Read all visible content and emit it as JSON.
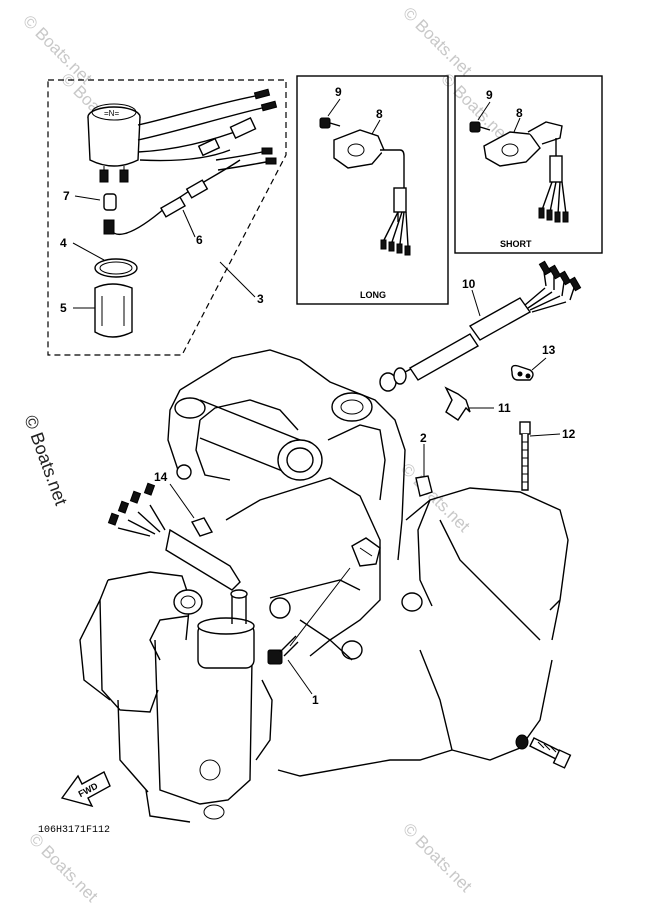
{
  "callouts": {
    "c1": "1",
    "c2": "2",
    "c3": "3",
    "c4": "4",
    "c5": "5",
    "c6": "6",
    "c7": "7",
    "c8a": "8",
    "c8b": "8",
    "c9a": "9",
    "c9b": "9",
    "c10": "10",
    "c11": "11",
    "c12": "12",
    "c13": "13",
    "c14": "14"
  },
  "boxes": {
    "long_label": "LONG",
    "short_label": "SHORT"
  },
  "fwd_label": "FWD",
  "diagram_code": "106H3171F112",
  "watermarks": {
    "main": "© Boats.net",
    "faint": "© Boats.net"
  }
}
